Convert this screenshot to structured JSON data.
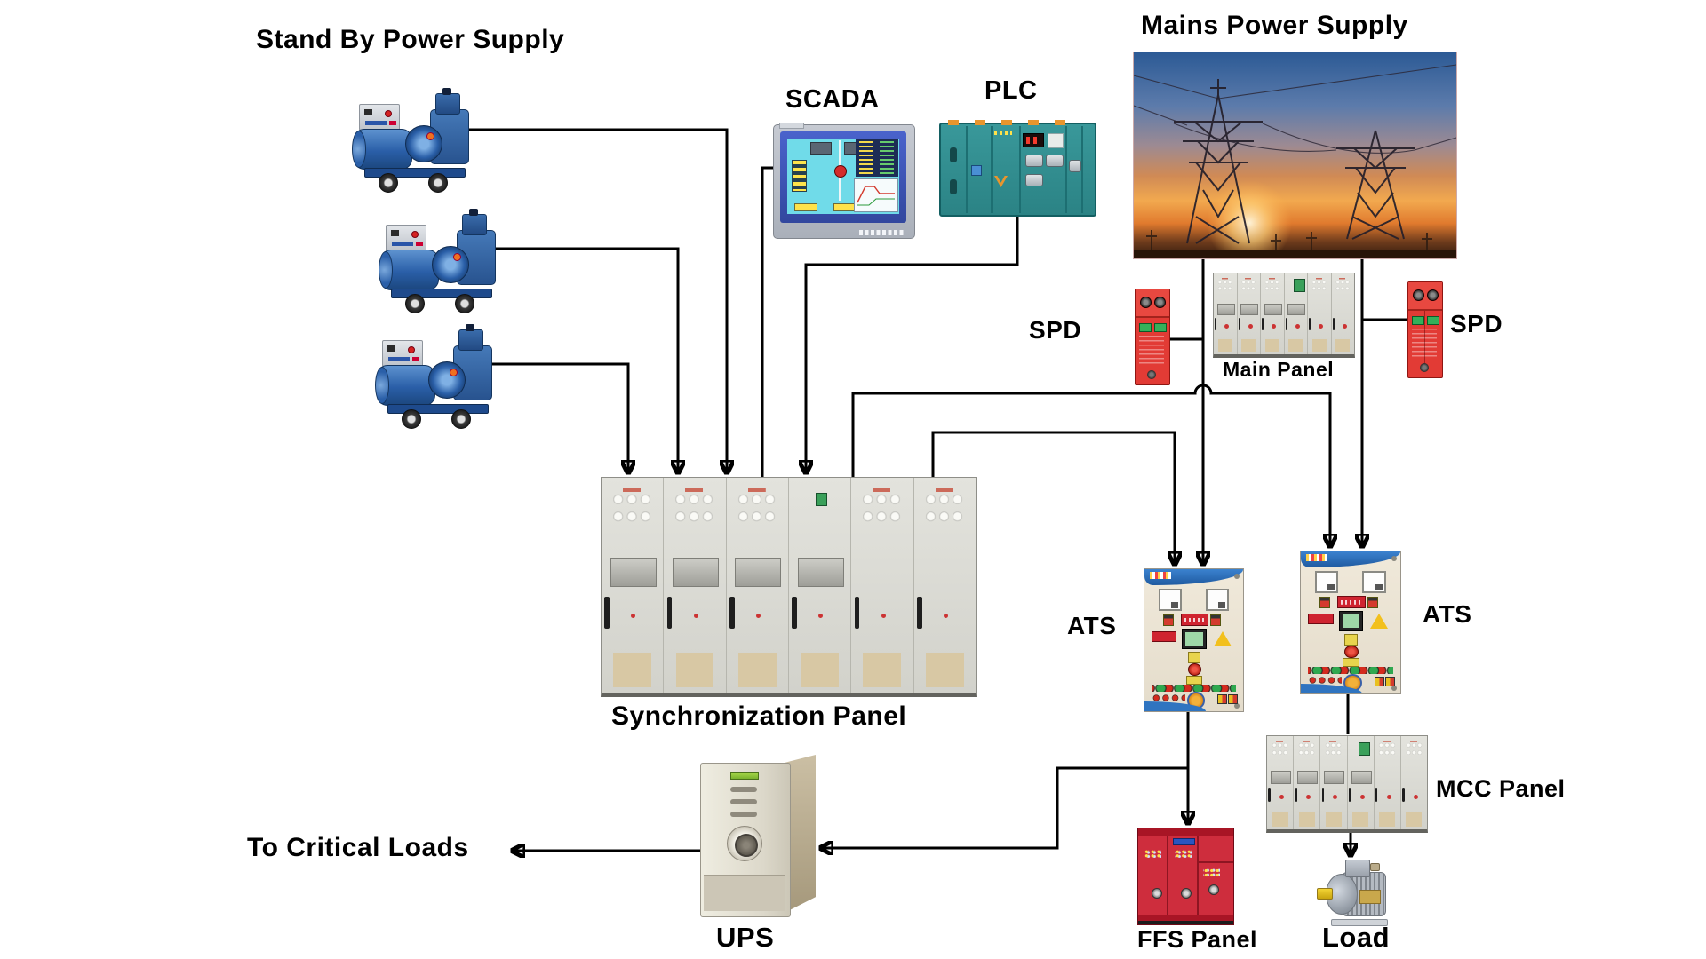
{
  "diagram": {
    "type": "power-distribution-block-diagram",
    "background": "#ffffff",
    "line_color": "#000000",
    "counts": {
      "generators": 3,
      "spd_devices": 2,
      "ats_panels": 2
    }
  },
  "labels": {
    "standby": "Stand By Power Supply",
    "mains": "Mains Power Supply",
    "scada": "SCADA",
    "plc": "PLC",
    "spd_left": "SPD",
    "spd_right": "SPD",
    "main_panel": "Main Panel",
    "sync_panel": "Synchronization Panel",
    "ats_left": "ATS",
    "ats_right": "ATS",
    "mcc_panel": "MCC Panel",
    "ffs_panel": "FFS Panel",
    "load": "Load",
    "ups": "UPS",
    "to_critical_loads": "To Critical Loads"
  },
  "colors": {
    "connector_line": "#000000",
    "label_text": "#000000",
    "generator_blue": "#2a5fa8",
    "plc_teal": "#2f8f8f",
    "scada_frame_blue": "#3c53b8",
    "scada_screen_cyan": "#6cd9e9",
    "spd_red": "#e23b35",
    "cabinet_gray": "#dcdcd6",
    "ats_cream": "#ece5d6",
    "ats_band_blue": "#2f74c0",
    "ffs_red": "#ce2d3d",
    "ups_beige": "#dfdacd",
    "motor_gray": "#a8aeb6",
    "sunset_orange": "#f2a94f"
  }
}
